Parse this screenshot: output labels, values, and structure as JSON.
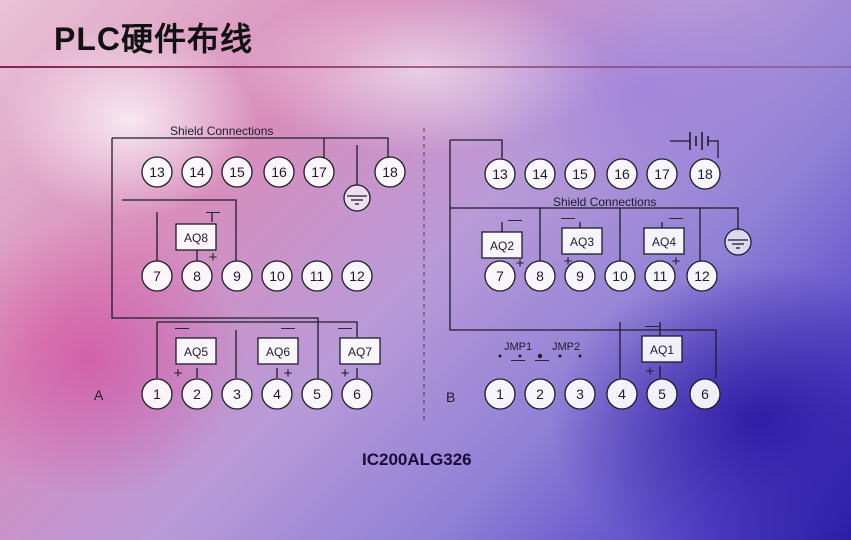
{
  "title": "PLC硬件布线",
  "part_number": "IC200ALG326",
  "diagram_a": {
    "label": "A",
    "shield_label": "Shield Connections",
    "top_terminals": [
      "13",
      "14",
      "15",
      "16",
      "17",
      "18"
    ],
    "mid_terminals": [
      "7",
      "8",
      "9",
      "10",
      "11",
      "12"
    ],
    "bottom_terminals": [
      "1",
      "2",
      "3",
      "4",
      "5",
      "6"
    ],
    "outputs": [
      "AQ8",
      "AQ5",
      "AQ6",
      "AQ7"
    ]
  },
  "diagram_b": {
    "label": "B",
    "shield_label": "Shield Connections",
    "top_terminals": [
      "13",
      "14",
      "15",
      "16",
      "17",
      "18"
    ],
    "mid_terminals": [
      "7",
      "8",
      "9",
      "10",
      "11",
      "12"
    ],
    "bottom_terminals": [
      "1",
      "2",
      "3",
      "4",
      "5",
      "6"
    ],
    "outputs": [
      "AQ2",
      "AQ3",
      "AQ4",
      "AQ1"
    ],
    "jumpers": [
      "JMP1",
      "JMP2"
    ]
  },
  "polarity": {
    "minus": "—",
    "plus": "+"
  },
  "colors": {
    "line": "#1d1d2a",
    "terminal_fill": "#ffffff",
    "title": "#111111"
  }
}
